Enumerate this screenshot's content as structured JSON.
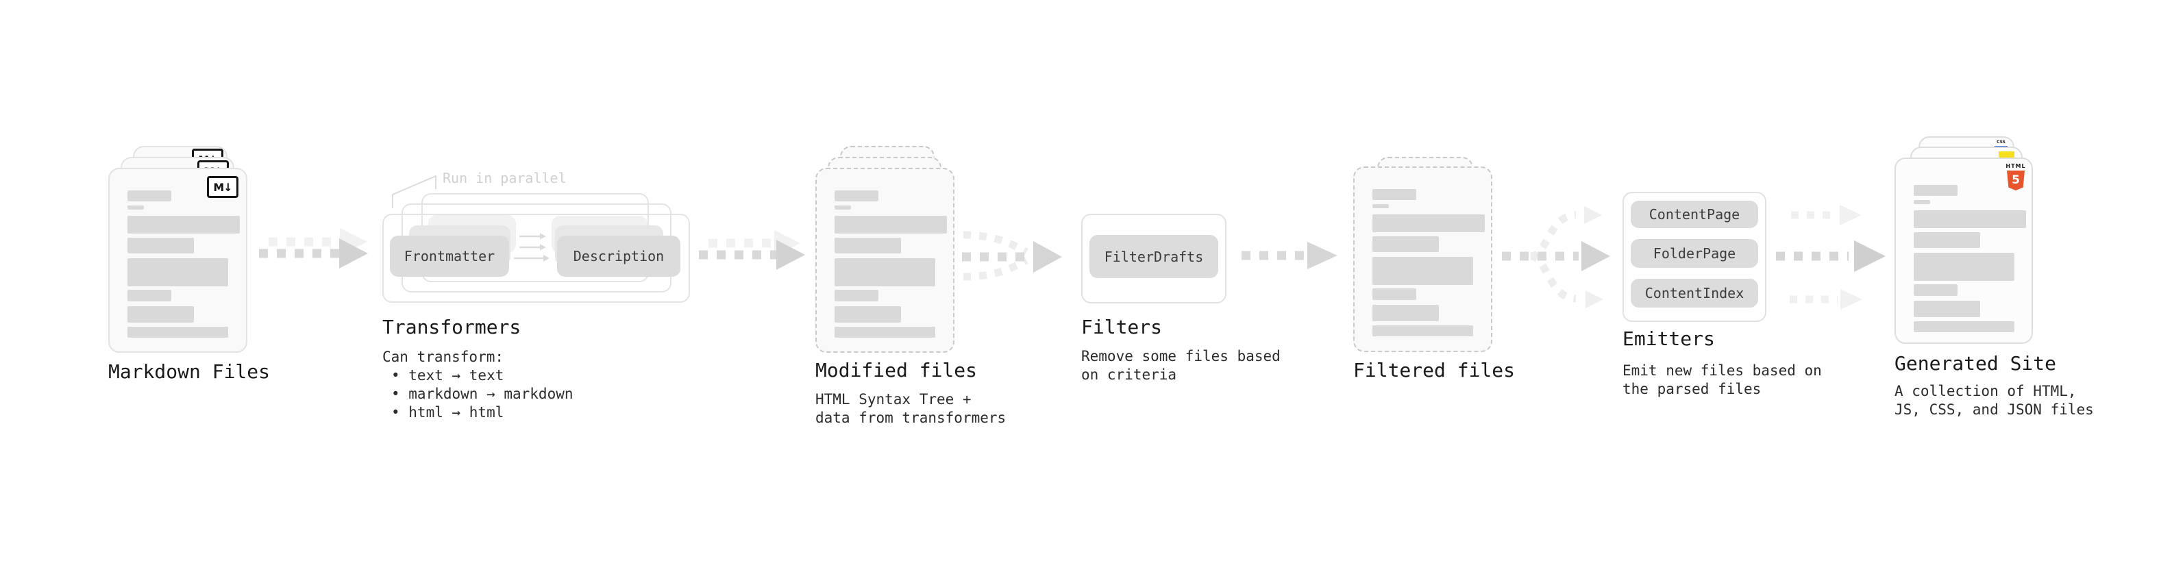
{
  "nodes": {
    "markdown_files": {
      "label": "Markdown Files",
      "icon_text": "M↓"
    },
    "transformers": {
      "label": "Transformers",
      "parallel_note": "Run in parallel",
      "box1": "Frontmatter",
      "box2": "Description",
      "note_lines": [
        "Can transform:",
        "• text → text",
        "• markdown → markdown",
        "• html → html"
      ]
    },
    "modified_files": {
      "label": "Modified files",
      "note_lines": [
        "HTML Syntax Tree +",
        "data from transformers"
      ]
    },
    "filters": {
      "label": "Filters",
      "box1": "FilterDrafts",
      "note_lines": [
        "Remove some files based",
        "on criteria"
      ]
    },
    "filtered_files": {
      "label": "Filtered files"
    },
    "emitters": {
      "label": "Emitters",
      "boxes": [
        "ContentPage",
        "FolderPage",
        "ContentIndex"
      ],
      "note_lines": [
        "Emit new files based on",
        "the parsed files"
      ]
    },
    "generated_site": {
      "label": "Generated Site",
      "note_lines": [
        "A collection of HTML,",
        "JS, CSS, and JSON files"
      ],
      "html5_word": "HTML",
      "html5_digit": "5",
      "css_label": "CSS"
    }
  },
  "colors": {
    "html5_orange": "#e8542e",
    "js_yellow": "#f6df1d",
    "css_blue": "#2f6fe4",
    "placeholder_gray": "#d9d9d9",
    "arrow_gray": "#d8d8d8",
    "ghost_arrow_gray": "#f1f1f1"
  }
}
